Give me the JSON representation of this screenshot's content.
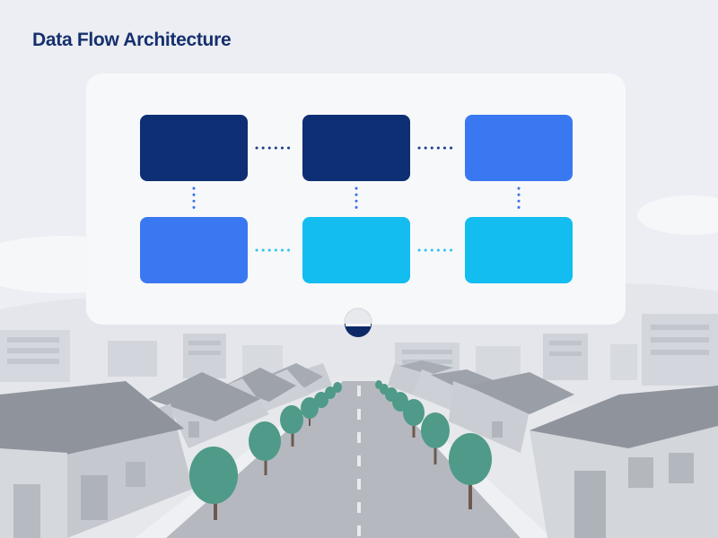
{
  "diagram": {
    "title": "Data Flow Architecture",
    "nodes": [
      {
        "id": "n1",
        "row": 0,
        "col": 0,
        "color": "#0e2f73"
      },
      {
        "id": "n2",
        "row": 0,
        "col": 1,
        "color": "#0e2f73"
      },
      {
        "id": "n3",
        "row": 0,
        "col": 2,
        "color": "#3a78f2"
      },
      {
        "id": "n4",
        "row": 1,
        "col": 0,
        "color": "#3a78f2"
      },
      {
        "id": "n5",
        "row": 1,
        "col": 1,
        "color": "#13bdf0"
      },
      {
        "id": "n6",
        "row": 1,
        "col": 2,
        "color": "#13bdf0"
      }
    ],
    "edges": [
      {
        "from": "n1",
        "to": "n2",
        "color": "#1d3f86"
      },
      {
        "from": "n2",
        "to": "n3",
        "color": "#1d3f86"
      },
      {
        "from": "n1",
        "to": "n4",
        "color": "#3b73e6"
      },
      {
        "from": "n2",
        "to": "n5",
        "color": "#3b73e6"
      },
      {
        "from": "n3",
        "to": "n6",
        "color": "#3b73e6"
      },
      {
        "from": "n4",
        "to": "n5",
        "color": "#2fc4ee"
      },
      {
        "from": "n5",
        "to": "n6",
        "color": "#2fc4ee"
      }
    ]
  },
  "colors": {
    "title": "#16306e",
    "panel": "#f7f8fa",
    "sky": "#eceef3",
    "road": "#b5b8bf",
    "tree": "#4f9a88"
  },
  "icons": {
    "panel_pointer": "half-filled-circle-icon"
  }
}
